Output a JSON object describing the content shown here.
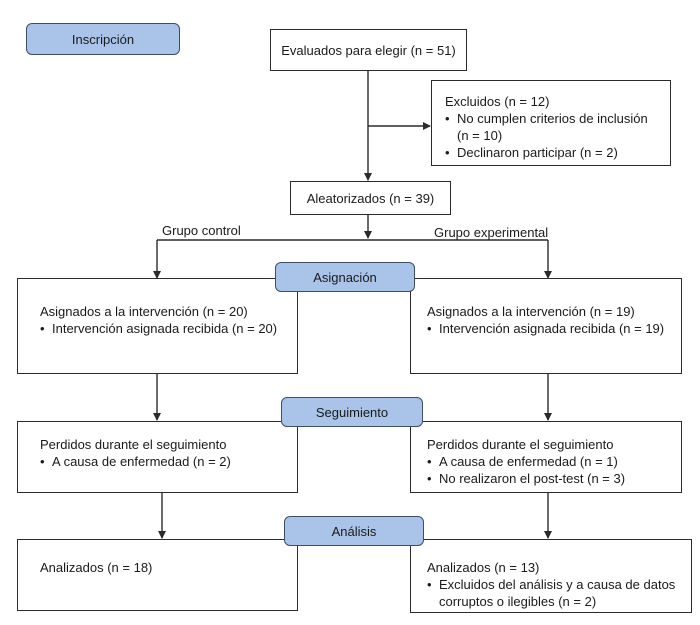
{
  "stages": {
    "inscripcion": "Inscripción",
    "asignacion": "Asignación",
    "seguimiento": "Seguimiento",
    "analisis": "Análisis"
  },
  "evaluados": "Evaluados para elegir (n = 51)",
  "excluidos": {
    "title": "Excluidos (n = 12)",
    "item1_line1": "No cumplen criterios de inclusión",
    "item1_line2": "(n = 10)",
    "item2": "Declinaron participar (n = 2)"
  },
  "aleatorizados": "Aleatorizados (n = 39)",
  "groups": {
    "control": "Grupo control",
    "experimental": "Grupo experimental"
  },
  "control": {
    "asignados": "Asignados a la intervención (n = 20)",
    "recibida": "Intervención asignada recibida (n = 20)",
    "perdidos": "Perdidos durante el seguimiento",
    "enfermedad": "A causa de enfermedad (n = 2)",
    "analizados": "Analizados (n = 18)"
  },
  "experimental": {
    "asignados": "Asignados a la intervención (n = 19)",
    "recibida": "Intervención asignada recibida (n = 19)",
    "perdidos": "Perdidos durante el seguimiento",
    "enfermedad": "A causa de enfermedad (n = 1)",
    "posttest": "No realizaron el post-test (n = 3)",
    "analizados": "Analizados (n = 13)",
    "excluidos_line1": "Excluidos del análisis y a causa de datos",
    "excluidos_line2": "corruptos o ilegibles (n = 2)"
  },
  "bullet": "•"
}
